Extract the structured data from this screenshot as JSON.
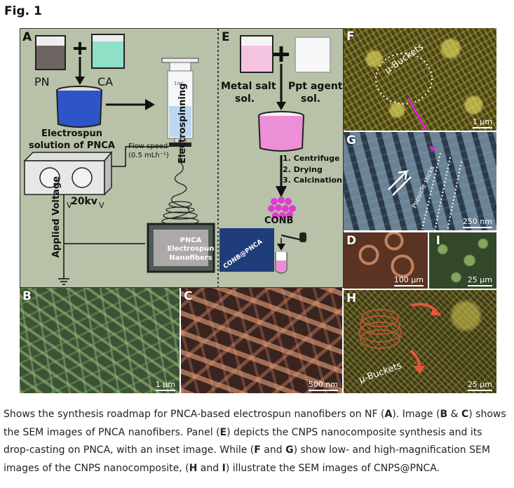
{
  "figure_title": "Fig. 1",
  "panels": {
    "A": {
      "label": "A",
      "pn": "PN",
      "ca": "CA",
      "solution_line1": "Electrospun",
      "solution_line2": "solution of PNCA",
      "flow_line1": "Flow speed",
      "flow_line2": "(0.5 mLh⁻¹)",
      "electrospinning": "Electrospinning",
      "voltage": "20kv",
      "applied_voltage": "Applied Voltage",
      "v_symbol": "V",
      "nanofiber_line1": "PNCA",
      "nanofiber_line2": "Electrospun",
      "nanofiber_line3": "Nanofibers"
    },
    "E": {
      "label": "E",
      "metal_line1": "Metal salt",
      "metal_line2": "sol.",
      "ppt_line1": "Ppt agent",
      "ppt_line2": "sol.",
      "step1": "1. Centrifuge",
      "step2": "2. Drying",
      "step3": "3. Calcination",
      "conb": "CONB",
      "inset": "CONB@PNCA"
    },
    "B": {
      "label": "B",
      "scale": "1 µm"
    },
    "C": {
      "label": "C",
      "scale": "500 nm"
    },
    "F": {
      "label": "F",
      "scale": "1 µm",
      "annotation": "µ-Buckets"
    },
    "G": {
      "label": "G",
      "scale": "250 nm",
      "annotation": "Popsicle sticks"
    },
    "D": {
      "label": "D",
      "scale": "100 µm"
    },
    "I": {
      "label": "I",
      "scale": "25 µm"
    },
    "H": {
      "label": "H",
      "scale": "25 µm",
      "annotation": "µ-Buckets"
    }
  },
  "caption": {
    "s1": "Shows the synthesis roadmap for PNCA-based electrospun nanofibers on NF (",
    "b1": "A",
    "s2": "). Image (",
    "b2": "B",
    "s3": " & ",
    "b3": "C",
    "s4": ") shows the SEM images of PNCA nanofibers. Panel (",
    "b4": "E",
    "s5": ") depicts the CNPS nanocomposite synthesis and its drop-casting on PNCA, with an inset image. While (",
    "b5": "F",
    "s6": " and ",
    "b6": "G",
    "s7": ") show low- and high-magnification SEM images of the CNPS nanocomposite, (",
    "b7": "H",
    "s8": " and ",
    "b8": "I",
    "s9": ") illustrate the SEM images of CNPS@PNCA."
  }
}
